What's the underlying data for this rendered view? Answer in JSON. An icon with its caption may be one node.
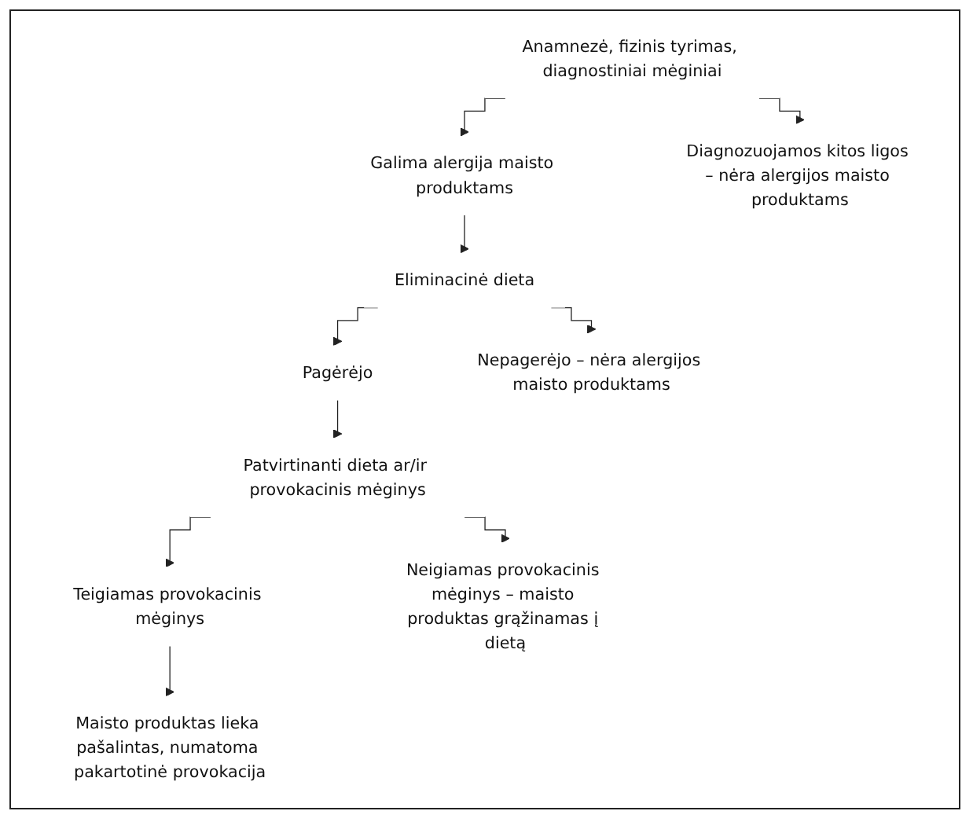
{
  "diagram": {
    "nodes": [
      {
        "text": [
          "Anamnezė, fizinis tyrimas, diagnostiniai mėginiai"
        ]
      },
      {
        "text": [
          "Galima alergija maisto produktams"
        ]
      },
      {
        "text": [
          "Diagnozuojamos kitos ligos – nėra alergijos maisto produktams"
        ]
      },
      {
        "text": [
          "Eliminacinė dieta"
        ]
      },
      {
        "text": [
          "Pagėrėjo"
        ]
      },
      {
        "text": [
          "Nepagerėjo – nėra alergijos maisto produktams"
        ]
      },
      {
        "text": [
          "Patvirtinanti dieta ar/ir provokacinis mėginys"
        ]
      },
      {
        "text": [
          "Teigiamas provokacinis mėginys"
        ]
      },
      {
        "text": [
          "Neigiamas provokacinis mėginys – maisto produktas grąžinamas į dietą"
        ]
      },
      {
        "text": [
          "Maisto produktas lieka pašalintas, numatoma pakartotinė provokacija"
        ]
      }
    ],
    "edges": [
      {
        "from": 0,
        "to": 1,
        "arrow": "to"
      },
      {
        "from": 0,
        "to": 2,
        "arrow": "to"
      },
      {
        "from": 1,
        "to": 3,
        "arrow": "to"
      },
      {
        "from": 3,
        "to": 4,
        "arrow": "to"
      },
      {
        "from": 3,
        "to": 5,
        "arrow": "to"
      },
      {
        "from": 4,
        "to": 6,
        "arrow": "to"
      },
      {
        "from": 6,
        "to": 7,
        "arrow": "to"
      },
      {
        "from": 6,
        "to": 8,
        "arrow": "to"
      },
      {
        "from": 7,
        "to": 9,
        "arrow": "to"
      }
    ]
  }
}
